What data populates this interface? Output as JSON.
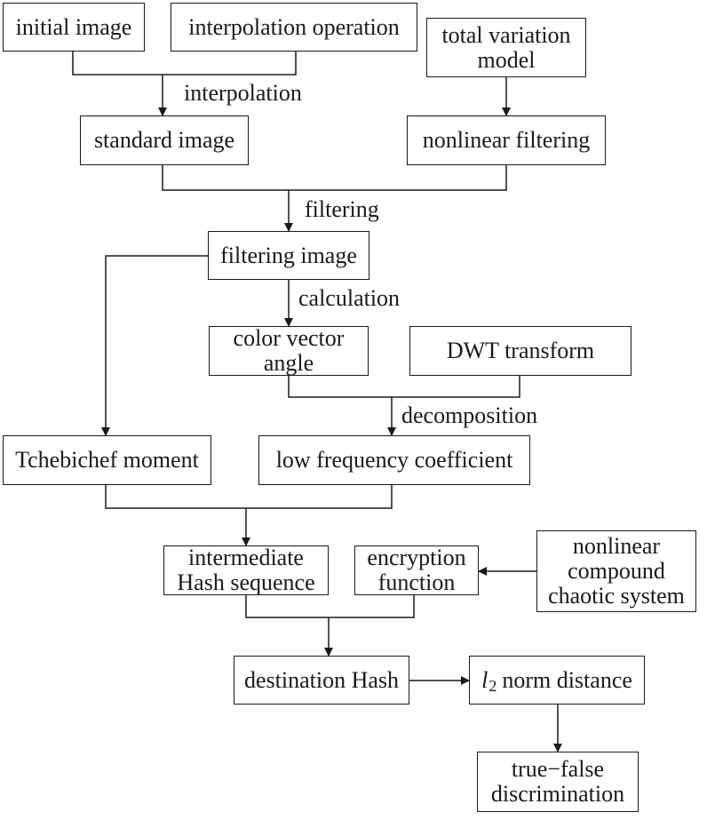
{
  "nodes": {
    "initial_image": "initial image",
    "interpolation_operation": "interpolation operation",
    "total_variation_model": [
      "total variation",
      "model"
    ],
    "standard_image": "standard image",
    "nonlinear_filtering": "nonlinear filtering",
    "filtering_image": "filtering image",
    "color_vector_angle": [
      "color vector",
      "angle"
    ],
    "dwt_transform": "DWT transform",
    "tchebichef_moment": "Tchebichef moment",
    "low_frequency_coefficient": "low frequency coefficient",
    "intermediate_hash_sequence": [
      "intermediate",
      "Hash sequence"
    ],
    "encryption_function": [
      "encryption",
      "function"
    ],
    "nonlinear_compound_chaotic_system": [
      "nonlinear",
      "compound",
      "chaotic system"
    ],
    "destination_hash": "destination Hash",
    "l2_norm_distance": {
      "symbol": "l",
      "subscript": "2",
      "text": "norm distance"
    },
    "true_false_discrimination": [
      "true−false",
      "discrimination"
    ]
  },
  "edge_labels": {
    "interpolation": "interpolation",
    "filtering": "filtering",
    "calculation": "calculation",
    "decomposition": "decomposition"
  },
  "colors": {
    "stroke": "#1a1a1a",
    "background": "#ffffff"
  }
}
